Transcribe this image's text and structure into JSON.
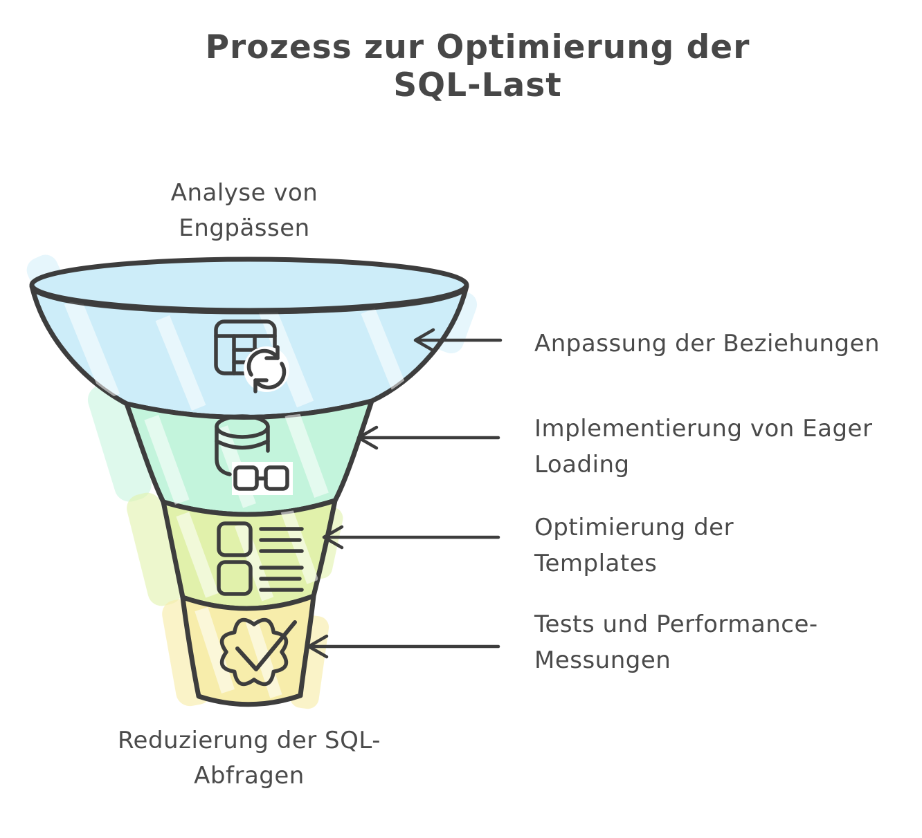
{
  "title": "Prozess zur Optimierung der SQL-Last",
  "funnel": {
    "top_label": "Analyse von Engpässen",
    "bottom_label": "Reduzierung der SQL-Abfragen",
    "stages": [
      {
        "id": 1,
        "label": "Anpassung der Beziehungen",
        "color": "#cdedf9",
        "icon": "table-sync-icon"
      },
      {
        "id": 2,
        "label": "Implementierung von Eager Loading",
        "color": "#c3f4dc",
        "icon": "database-relation-icon"
      },
      {
        "id": 3,
        "label": "Optimierung der Templates",
        "color": "#e1f1ab",
        "icon": "template-list-icon"
      },
      {
        "id": 4,
        "label": "Tests und Performance-Messungen",
        "color": "#f7edab",
        "icon": "badge-check-icon"
      }
    ]
  },
  "colors": {
    "outline": "#3d3d3d",
    "text": "#4a4a4a",
    "background": "#ffffff"
  }
}
